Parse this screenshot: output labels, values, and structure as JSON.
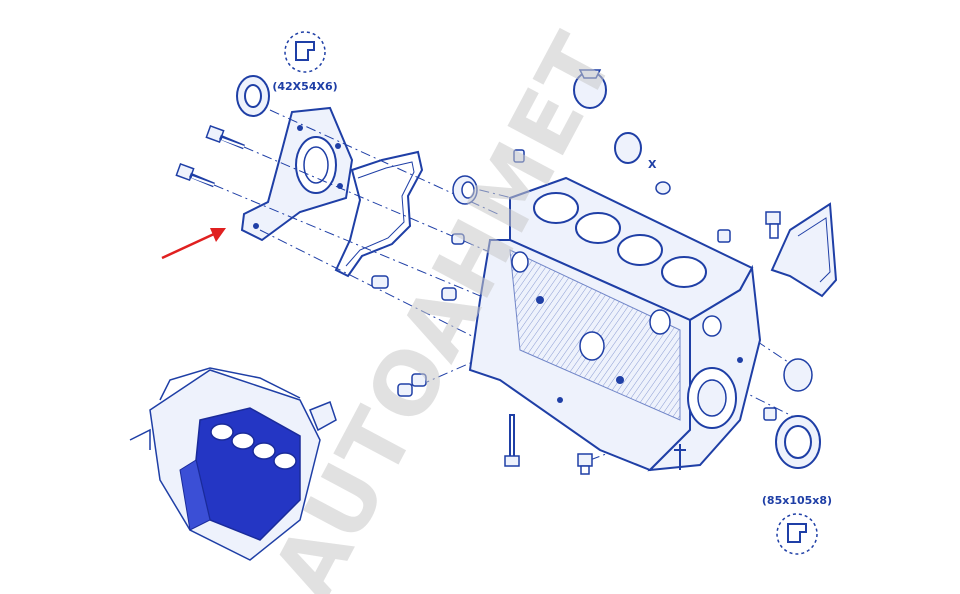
{
  "diagram": {
    "seal_top_label": "(42X54X6)",
    "seal_bottom_label": "(85x105x8)",
    "marker_x": "X"
  },
  "watermark": {
    "text": "AUTOAHMET"
  },
  "colors": {
    "line": "#1f3fa6",
    "fill_light": "#eef2fc",
    "engine_fill": "#2436c4",
    "arrow": "#e02020",
    "watermark": "#c8c8c8"
  }
}
